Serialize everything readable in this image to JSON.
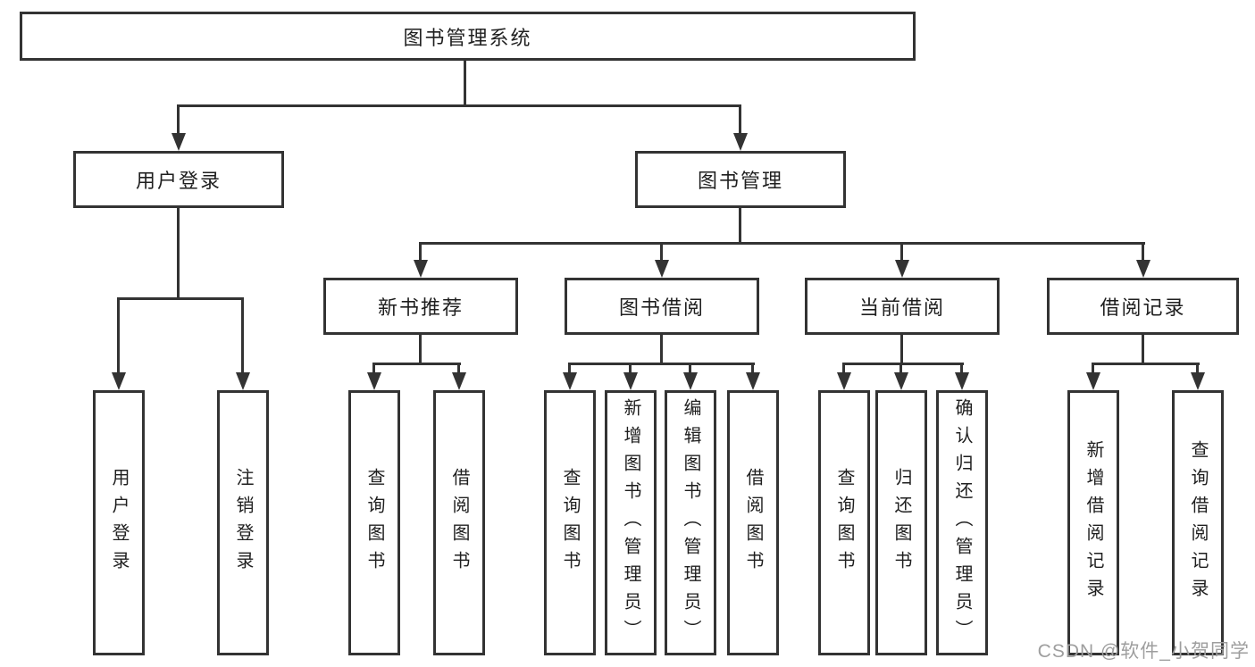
{
  "diagram": {
    "root": {
      "label": "图书管理系统"
    },
    "level2": [
      {
        "label": "用户登录"
      },
      {
        "label": "图书管理"
      }
    ],
    "level3": [
      {
        "label": "新书推荐"
      },
      {
        "label": "图书借阅"
      },
      {
        "label": "当前借阅"
      },
      {
        "label": "借阅记录"
      }
    ],
    "leaves": [
      {
        "label": "用户登录",
        "parent": "用户登录"
      },
      {
        "label": "注销登录",
        "parent": "用户登录"
      },
      {
        "label": "查询图书",
        "parent": "新书推荐"
      },
      {
        "label": "借阅图书",
        "parent": "新书推荐"
      },
      {
        "label": "查询图书",
        "parent": "图书借阅"
      },
      {
        "label": "新增图书（管理员）",
        "parent": "图书借阅"
      },
      {
        "label": "编辑图书（管理员）",
        "parent": "图书借阅"
      },
      {
        "label": "借阅图书",
        "parent": "图书借阅"
      },
      {
        "label": "查询图书",
        "parent": "当前借阅"
      },
      {
        "label": "归还图书",
        "parent": "当前借阅"
      },
      {
        "label": "确认归还（管理员）",
        "parent": "当前借阅"
      },
      {
        "label": "新增借阅记录",
        "parent": "借阅记录"
      },
      {
        "label": "查询借阅记录",
        "parent": "借阅记录"
      }
    ]
  },
  "watermark": {
    "text": "CSDN @软件_小贺同学"
  },
  "colors": {
    "line": "#333333",
    "text": "#1f1f1f",
    "watermark": "#9e9e9e",
    "background": "#ffffff"
  }
}
